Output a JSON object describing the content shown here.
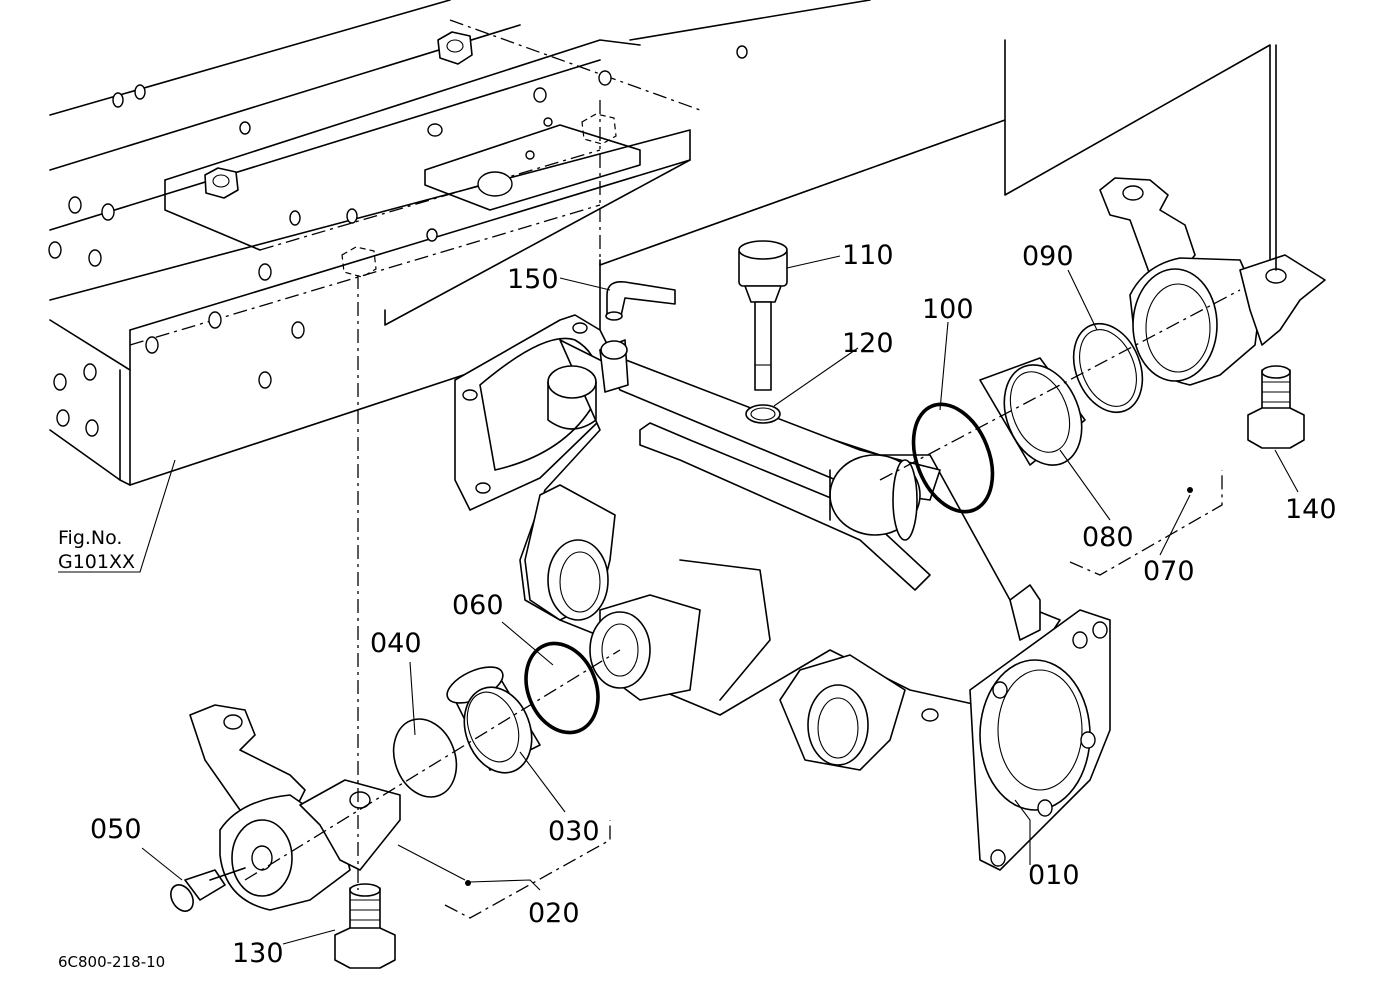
{
  "figure_ref": {
    "line1": "Fig.No.",
    "line2": "G101XX"
  },
  "drawing_code": "6C800-218-10",
  "parts": {
    "p010": "010",
    "p020": "020",
    "p030": "030",
    "p040": "040",
    "p050": "050",
    "p060": "060",
    "p070": "070",
    "p080": "080",
    "p090": "090",
    "p100": "100",
    "p110": "110",
    "p120": "120",
    "p130": "130",
    "p140": "140",
    "p150": "150"
  }
}
